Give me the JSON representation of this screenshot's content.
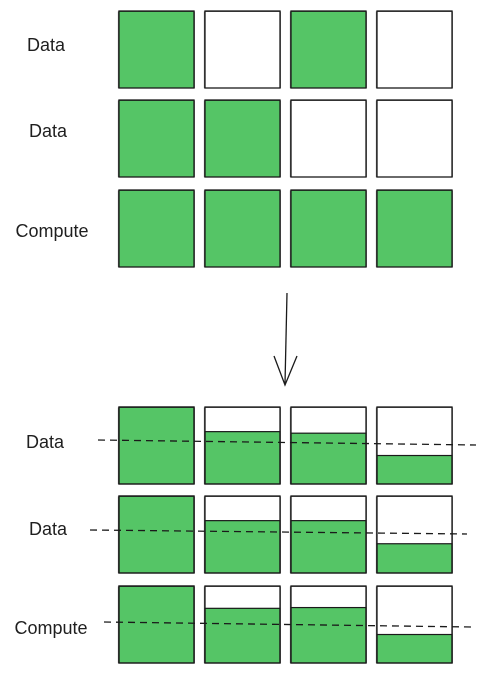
{
  "colors": {
    "fill": "#55c566",
    "stroke": "#1a1a1a",
    "background": "#ffffff"
  },
  "top_grid": {
    "rows": [
      {
        "label": "Data",
        "cells": [
          1,
          0,
          1,
          0
        ]
      },
      {
        "label": "Data",
        "cells": [
          1,
          1,
          0,
          0
        ]
      },
      {
        "label": "Compute",
        "cells": [
          1,
          1,
          1,
          1
        ]
      }
    ]
  },
  "arrow": {
    "direction": "down"
  },
  "bottom_grid": {
    "rows": [
      {
        "label": "Data",
        "cells": [
          1.0,
          0.68,
          0.66,
          0.37
        ]
      },
      {
        "label": "Data",
        "cells": [
          1.0,
          0.68,
          0.68,
          0.38
        ]
      },
      {
        "label": "Compute",
        "cells": [
          1.0,
          0.71,
          0.72,
          0.37
        ]
      }
    ]
  }
}
